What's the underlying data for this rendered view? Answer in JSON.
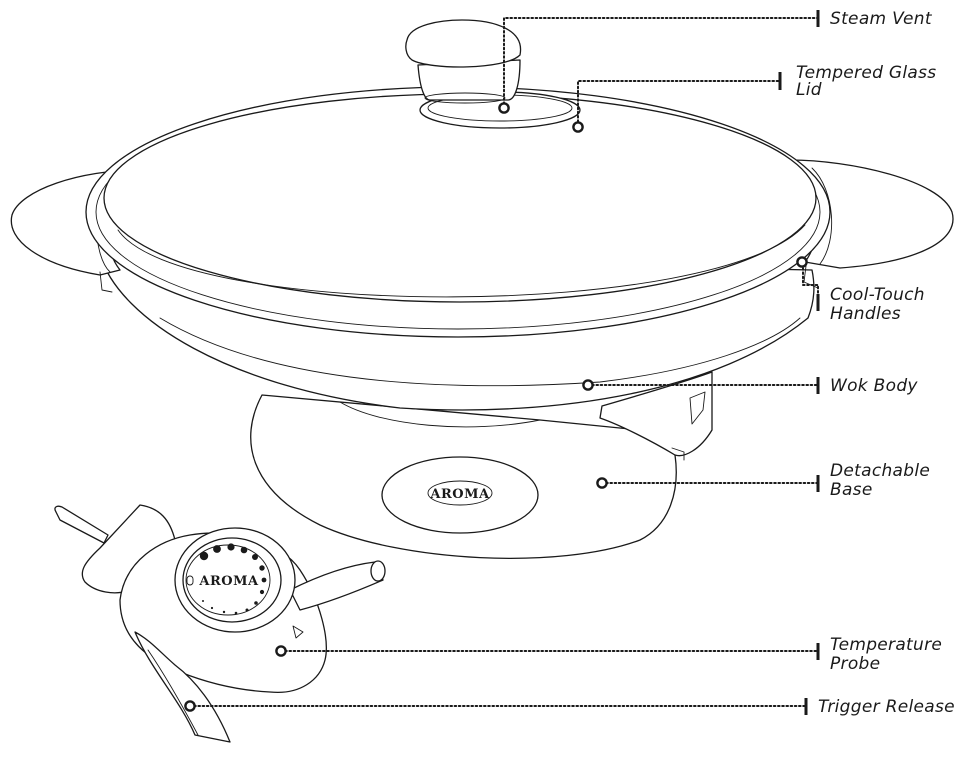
{
  "brand": "AROMA",
  "callouts": {
    "steam_vent": [
      "Steam Vent"
    ],
    "glass_lid": [
      "Tempered Glass",
      "Lid"
    ],
    "handles": [
      "Cool-Touch",
      "Handles"
    ],
    "wok_body": [
      "Wok Body"
    ],
    "base": [
      "Detachable",
      "Base"
    ],
    "probe": [
      "Temperature",
      "Probe"
    ],
    "trigger": [
      "Trigger Release"
    ]
  },
  "colors": {
    "line": "#1a1a1a",
    "background": "#ffffff"
  }
}
